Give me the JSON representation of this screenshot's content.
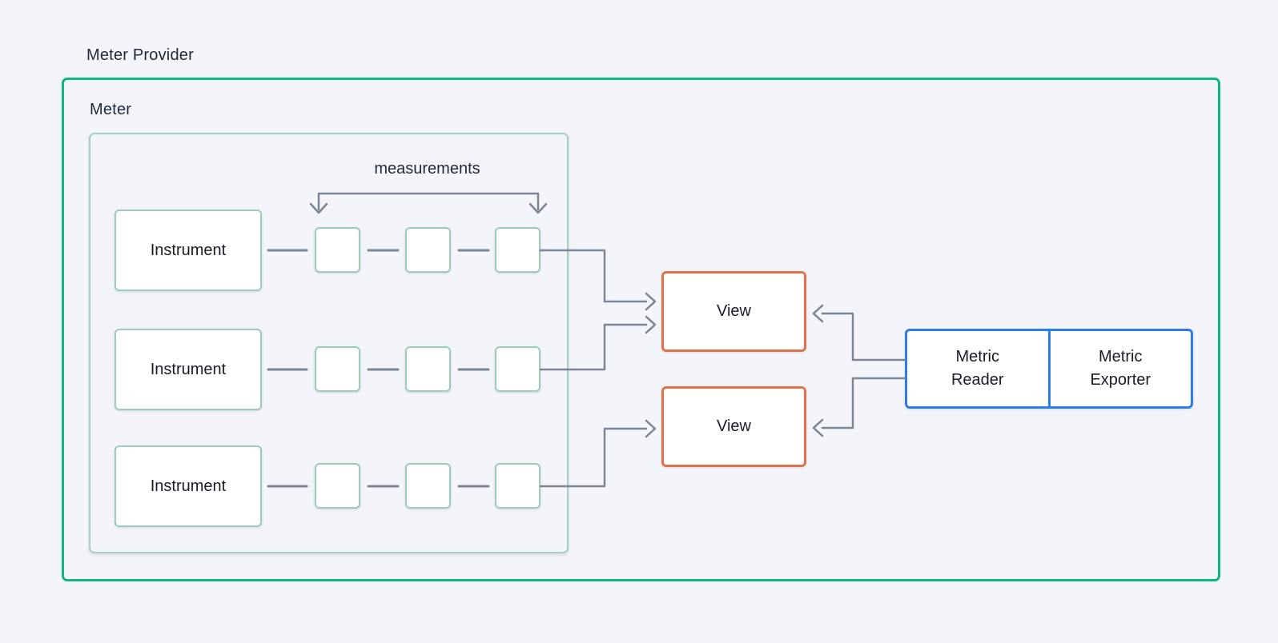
{
  "meter_provider": {
    "label": "Meter Provider",
    "border_color": "#0fb585"
  },
  "meter": {
    "label": "Meter",
    "border_color": "#a5cfbe"
  },
  "measurements": {
    "label": "measurements"
  },
  "instruments": [
    {
      "label": "Instrument"
    },
    {
      "label": "Instrument"
    },
    {
      "label": "Instrument"
    }
  ],
  "instrument_border_color": "#9dccb9",
  "views": [
    {
      "label": "View"
    },
    {
      "label": "View"
    }
  ],
  "view_border_color": "#e0724c",
  "pipeline": {
    "reader_label": "Metric Reader",
    "exporter_label": "Metric Exporter",
    "border_color": "#2b7de9"
  },
  "colors": {
    "background": "#f4f5fa",
    "connector": "#7c8594",
    "heading_text": "#1e2a3b",
    "box_text": "#181c25"
  }
}
